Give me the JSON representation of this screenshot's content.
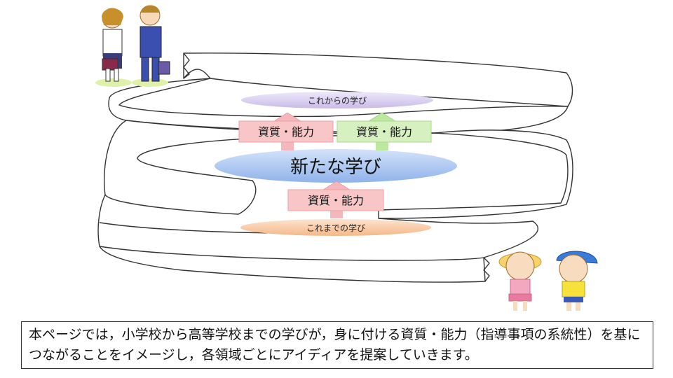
{
  "diagram": {
    "future_label": "これからの学び",
    "past_label": "これまでの学び",
    "center_label": "新たな学び",
    "ability_left": "資質・能力",
    "ability_right": "資質・能力",
    "ability_bottom": "資質・能力"
  },
  "caption": "本ページでは，小学校から高等学校までの学びが，身に付ける資質・能力（指導事項の系統性）を基につながることをイメージし，各領域ごとにアイディアを提案していきます。",
  "colors": {
    "future_oval": "#d7cdee",
    "center_oval": "#a9c6f0",
    "past_oval": "#f8c9a4",
    "pink_box": "#f8c6c6",
    "green_box": "#d6f0c0",
    "pink_arrow": "#f4b7bb",
    "green_arrow": "#bde8a0"
  }
}
